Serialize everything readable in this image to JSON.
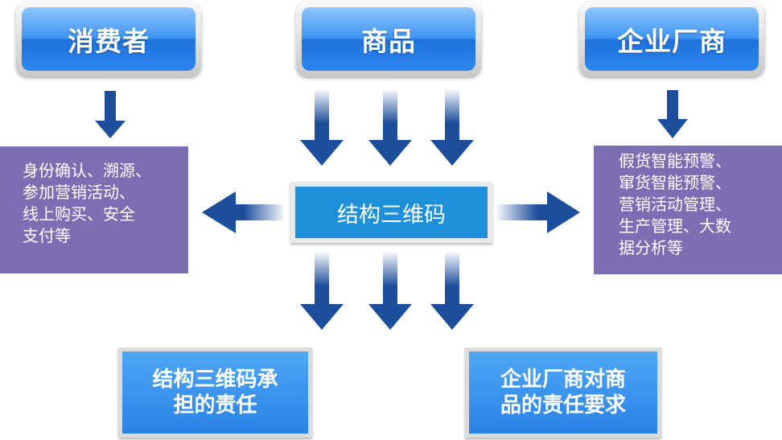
{
  "top_nodes": {
    "consumer": "消费者",
    "goods": "商品",
    "enterprise": "企业厂商"
  },
  "center_node": "结构三维码",
  "left_panel": [
    "身份确认、溯源、",
    "参加营销活动、",
    "线上购买、安全",
    "支付等"
  ],
  "right_panel": [
    "假货智能预警、",
    "窜货智能预警、",
    "营销活动管理、",
    "生产管理、大数",
    "据分析等"
  ],
  "bottom_nodes": {
    "left": [
      "结构三维码承",
      "担的责任"
    ],
    "right": [
      "企业厂商对商",
      "品的责任要求"
    ]
  },
  "colors": {
    "pill_blue": "#2c86f0",
    "arrow_blue": "#1d4e9b",
    "purple_panel": "#7d6db3",
    "center_blue": "#1e8fd9"
  }
}
